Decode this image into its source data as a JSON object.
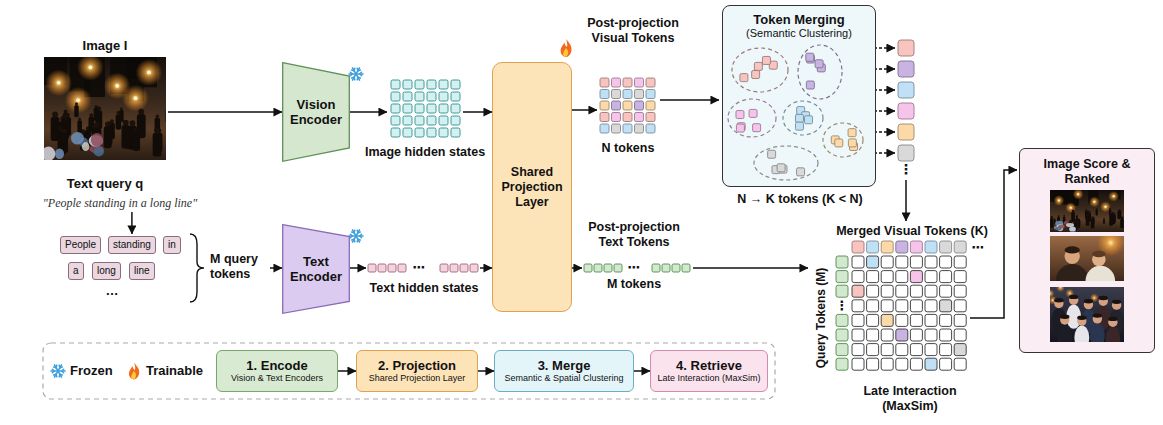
{
  "diagram": {
    "nodes": [
      {
        "text": [
          "Vision Encoder"
        ]
      },
      {
        "text": [
          "People"
        ]
      },
      {
        "text": [
          "standing"
        ]
      },
      {
        "text": [
          "in"
        ]
      },
      {
        "text": [
          "a"
        ]
      },
      {
        "text": [
          "long"
        ]
      },
      {
        "text": [
          "line"
        ]
      },
      {
        "text": [
          "Text Encoder"
        ]
      },
      {
        "text": [
          "Shared Projection Layer"
        ]
      },
      {
        "text": [
          "Token Merging",
          "(Semantic Clustering)"
        ]
      },
      {
        "text": [
          "Image Score & Ranked"
        ]
      },
      {
        "text": [
          "1. Encode",
          "Vision & Text Encoders"
        ]
      },
      {
        "text": [
          "2. Projection",
          "Shared Projection Layer"
        ]
      },
      {
        "text": [
          "3. Merge",
          "Semantic & Spatial Clustering"
        ]
      },
      {
        "text": [
          "4. Retrieve",
          "Late Interaction (MaxSim)"
        ]
      }
    ],
    "edges": [
      {
        "from": 11,
        "to": 12,
        "arrow": "to"
      },
      {
        "from": 12,
        "to": 13,
        "arrow": "to"
      },
      {
        "from": 13,
        "to": 14,
        "arrow": "to"
      }
    ],
    "labels": [
      "Image I",
      "Text query q",
      "\"People standing in a long line\"",
      "…",
      "M query tokens",
      "Image hidden states",
      "Text hidden states",
      "⋯",
      "Post-projection Visual Tokens",
      "N tokens",
      "Post-projection Text Tokens",
      "⋯",
      "M tokens",
      "N → K tokens (K < N)",
      "⋮",
      "Merged Visual Tokens (K)",
      "⋯",
      "Query Tokens (M)",
      "⋮",
      "Late Interaction (MaxSim)"
    ],
    "legend": [
      {
        "text": "Frozen"
      },
      {
        "text": "Trainable"
      }
    ]
  }
}
